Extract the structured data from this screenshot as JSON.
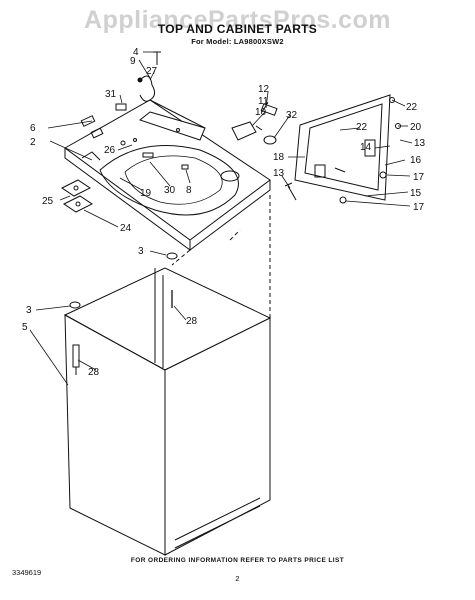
{
  "watermark": "AppliancePartsPros.com",
  "title": "TOP AND CABINET PARTS",
  "model": "For Model: LA9800XSW2",
  "footer_note": "FOR ORDERING INFORMATION REFER TO PARTS PRICE LIST",
  "document_number": "3349619",
  "page_number": "2",
  "callouts": [
    "4",
    "9",
    "27",
    "31",
    "6",
    "2",
    "26",
    "12",
    "11",
    "10",
    "32",
    "22",
    "22",
    "20",
    "14",
    "13",
    "16",
    "18",
    "17",
    "13",
    "15",
    "17",
    "8",
    "30",
    "19",
    "25",
    "24",
    "3",
    "28",
    "3",
    "5",
    "28"
  ]
}
